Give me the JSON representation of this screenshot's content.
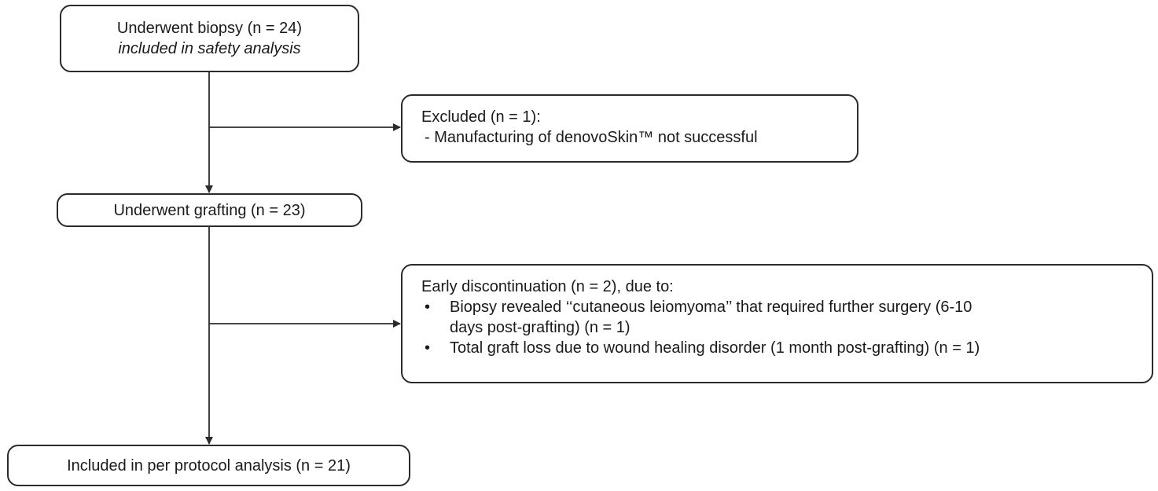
{
  "nodes": {
    "biopsy": {
      "title": "Underwent biopsy (n = 24)",
      "subtitle": "included in safety analysis"
    },
    "excluded": {
      "title": "Excluded (n = 1):",
      "items": [
        "- Manufacturing of denovoSkin™ not successful"
      ]
    },
    "grafting": {
      "title": "Underwent grafting (n = 23)"
    },
    "discontinuation": {
      "title": "Early discontinuation (n = 2), due to:",
      "bullet": "•",
      "items": [
        {
          "line1": "Biopsy revealed ‘‘cutaneous leiomyoma’’ that required further surgery (6-10",
          "line2": "days post-grafting) (n = 1)"
        },
        {
          "line1": "Total graft loss due to wound healing disorder (1 month post-grafting) (n = 1)"
        }
      ]
    },
    "protocol": {
      "title": "Included in per protocol analysis (n = 21)"
    }
  },
  "colors": {
    "line": "#2b2b2b",
    "text": "#1a1a1a",
    "background": "#ffffff"
  }
}
